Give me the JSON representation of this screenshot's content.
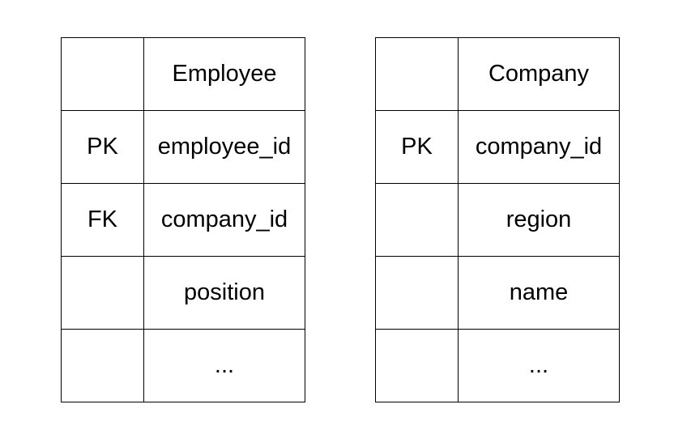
{
  "entities": [
    {
      "name": "Employee",
      "rows": [
        {
          "key": "PK",
          "field": "employee_id"
        },
        {
          "key": "FK",
          "field": "company_id"
        },
        {
          "key": "",
          "field": "position"
        },
        {
          "key": "",
          "field": "..."
        }
      ]
    },
    {
      "name": "Company",
      "rows": [
        {
          "key": "PK",
          "field": "company_id"
        },
        {
          "key": "",
          "field": "region"
        },
        {
          "key": "",
          "field": "name"
        },
        {
          "key": "",
          "field": "..."
        }
      ]
    }
  ]
}
